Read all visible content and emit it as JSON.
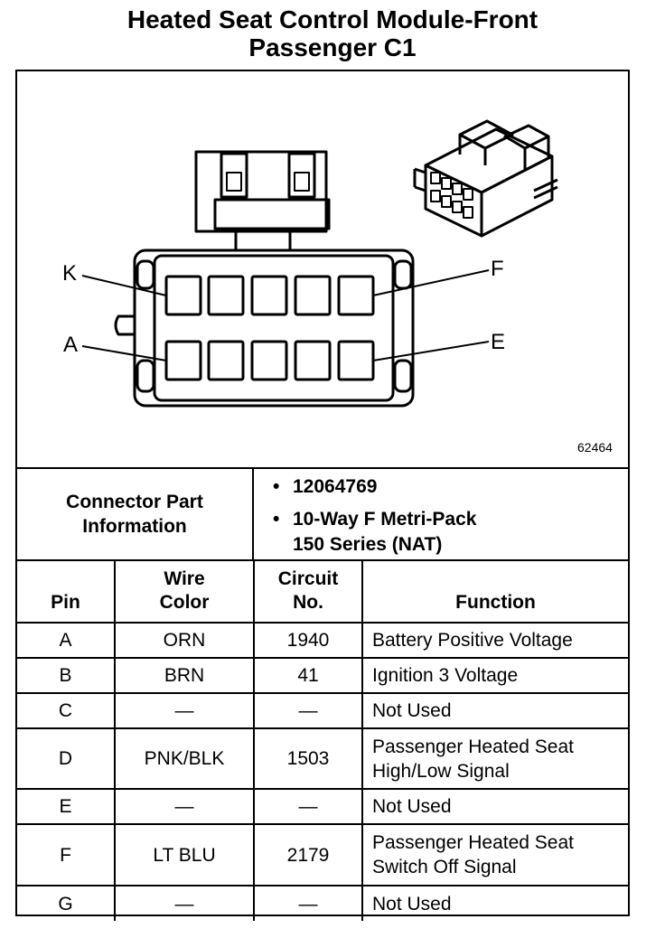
{
  "title": {
    "line1": "Heated Seat Control Module-Front",
    "line2": "Passenger C1"
  },
  "diagram": {
    "figure_number": "62464",
    "callouts": {
      "k": "K",
      "a": "A",
      "f": "F",
      "e": "E"
    }
  },
  "connector_info": {
    "label_line1": "Connector Part",
    "label_line2": "Information",
    "bullet": "•",
    "items": [
      {
        "line1": "12064769",
        "line2": ""
      },
      {
        "line1": "10-Way F Metri-Pack",
        "line2": "150 Series (NAT)"
      }
    ]
  },
  "table": {
    "headers": {
      "pin": "Pin",
      "wire_line1": "Wire",
      "wire_line2": "Color",
      "circuit_line1": "Circuit",
      "circuit_line2": "No.",
      "function": "Function"
    },
    "rows": [
      {
        "pin": "A",
        "wire": "ORN",
        "circuit": "1940",
        "function_line1": "Battery Positive Voltage",
        "function_line2": ""
      },
      {
        "pin": "B",
        "wire": "BRN",
        "circuit": "41",
        "function_line1": "Ignition 3 Voltage",
        "function_line2": ""
      },
      {
        "pin": "C",
        "wire": "—",
        "circuit": "—",
        "function_line1": "Not Used",
        "function_line2": ""
      },
      {
        "pin": "D",
        "wire": "PNK/BLK",
        "circuit": "1503",
        "function_line1": "Passenger Heated Seat",
        "function_line2": "High/Low Signal"
      },
      {
        "pin": "E",
        "wire": "—",
        "circuit": "—",
        "function_line1": "Not Used",
        "function_line2": ""
      },
      {
        "pin": "F",
        "wire": "LT BLU",
        "circuit": "2179",
        "function_line1": "Passenger Heated Seat",
        "function_line2": "Switch Off Signal"
      },
      {
        "pin": "G",
        "wire": "—",
        "circuit": "—",
        "function_line1": "Not Used",
        "function_line2": ""
      }
    ]
  }
}
